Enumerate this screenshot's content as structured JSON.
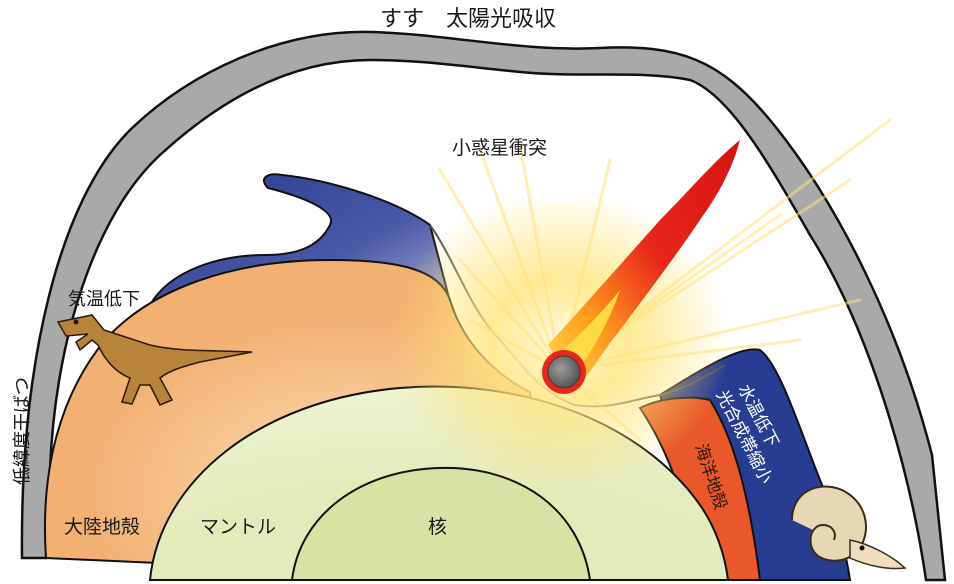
{
  "labels": {
    "soot": "すす　太陽光吸収",
    "impact": "小惑星衝突",
    "cooling": "気温低下",
    "drought": "低緯度干ばつ",
    "water_line1": "水温低下",
    "water_line2": "光合成帯縮小",
    "ocean_crust": "海洋地殻",
    "continental_crust": "大陸地殻",
    "mantle": "マントル",
    "core": "核"
  },
  "colors": {
    "atmosphere": "#a9a9a9",
    "sky_blue": "#2e3f8f",
    "continental_crust": "#f2b072",
    "ocean_crust": "#e8582a",
    "ocean": "#283d92",
    "mantle": "#e9efc4",
    "core": "#d6e3a4",
    "fireball_red": "#e8261a",
    "fireball_yellow": "#ffd84a"
  },
  "icons": [
    "dinosaur-icon",
    "ammonite-icon",
    "asteroid-icon"
  ]
}
